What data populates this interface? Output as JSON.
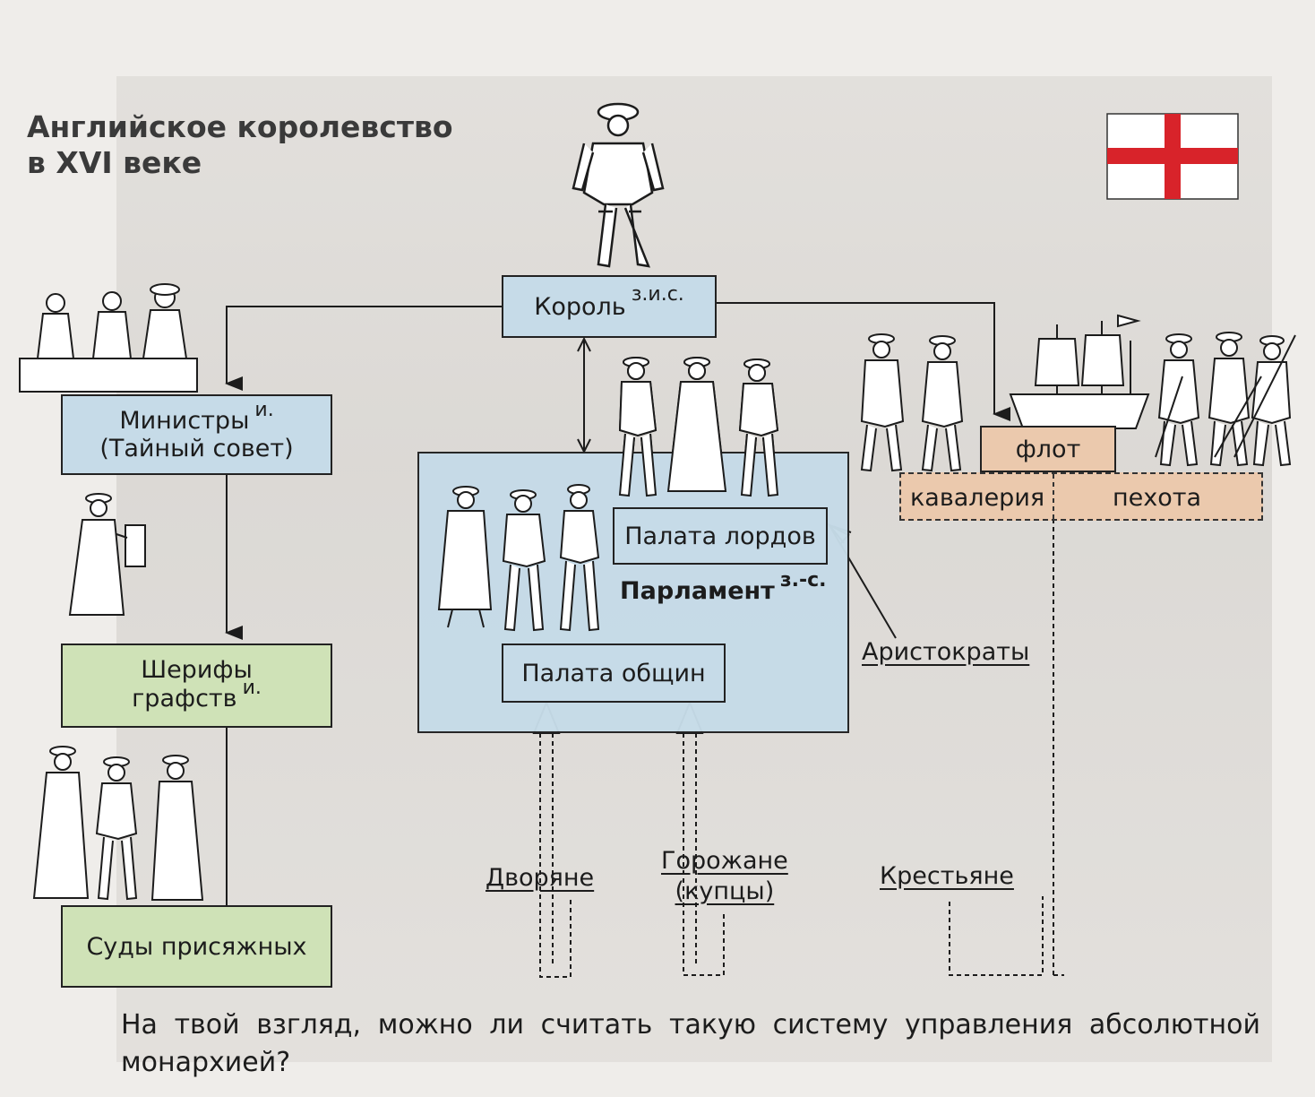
{
  "title": {
    "line1": "Английское королевство",
    "line2": "в XVI веке"
  },
  "nodes": {
    "king": {
      "label": "Король",
      "sup": "з.и.с."
    },
    "ministers": {
      "line1": "Министры",
      "sup": "и.",
      "line2": "(Тайный совет)"
    },
    "sheriffs": {
      "line1": "Шерифы",
      "line2": "графств",
      "sup": "и."
    },
    "juries": {
      "label": "Суды присяжных"
    },
    "parliament": {
      "label": "Парламент",
      "sup": "з.-с."
    },
    "lords": {
      "label": "Палата лордов"
    },
    "commons": {
      "label": "Палата общин"
    },
    "fleet": {
      "label": "флот"
    },
    "cavalry": {
      "label": "кавалерия"
    },
    "infantry": {
      "label": "пехота"
    }
  },
  "estates": {
    "aristocrats": "Аристократы",
    "nobles": "Дворяне",
    "townsfolk_line1": "Горожане",
    "townsfolk_line2": "(купцы)",
    "peasants": "Крестьяне"
  },
  "question": "На твой взгляд, можно ли считать такую систему управления абсолютной монархией?",
  "colors": {
    "blue_box": "#c6dbe8",
    "green_box": "#cfe2b7",
    "peach_box": "#ebc9ad",
    "flag_cross": "#d8232a",
    "ink": "#1c1c1c"
  },
  "icons": [
    "english-flag-icon",
    "king-figure",
    "ministers-figures",
    "lords-figures",
    "commons-figures",
    "sheriff-figure",
    "court-figures",
    "cavalry-figures",
    "ship-icon",
    "infantry-figures"
  ]
}
